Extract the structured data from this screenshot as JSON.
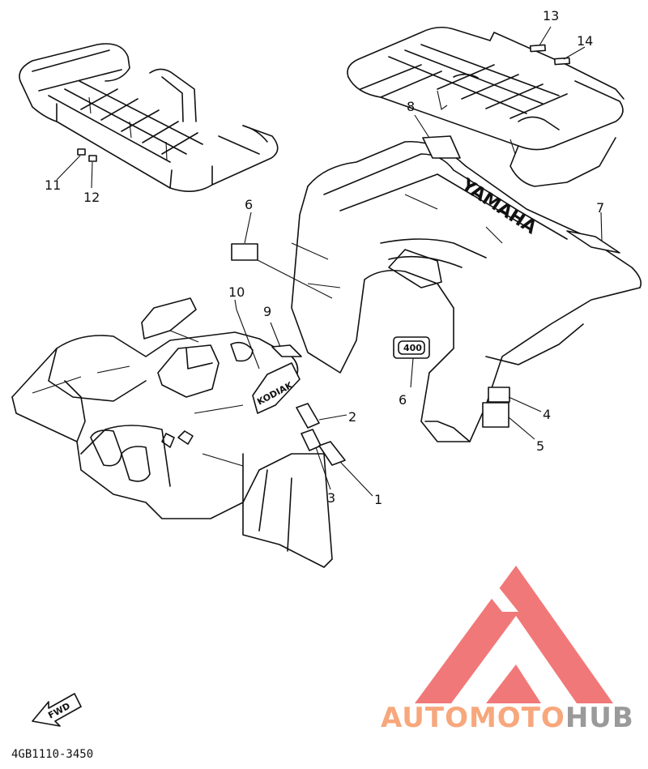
{
  "diagram": {
    "part_code": "4GB1110-3450",
    "fwd_label": "FWD",
    "fender_emboss": "YAMAHA",
    "emblem_text": "KODIAK",
    "badge_text": "400"
  },
  "callouts": [
    {
      "n": "1"
    },
    {
      "n": "2"
    },
    {
      "n": "3"
    },
    {
      "n": "4"
    },
    {
      "n": "5"
    },
    {
      "n": "6"
    },
    {
      "n": "6"
    },
    {
      "n": "7"
    },
    {
      "n": "8"
    },
    {
      "n": "9"
    },
    {
      "n": "10"
    },
    {
      "n": "11"
    },
    {
      "n": "12"
    },
    {
      "n": "13"
    },
    {
      "n": "14"
    }
  ],
  "watermark": {
    "word_a": "AUTOMOTO",
    "word_b": "HUB",
    "color_a": "#f7a77c",
    "color_b": "#9a9a9a",
    "logo_color": "#f06a6a"
  }
}
